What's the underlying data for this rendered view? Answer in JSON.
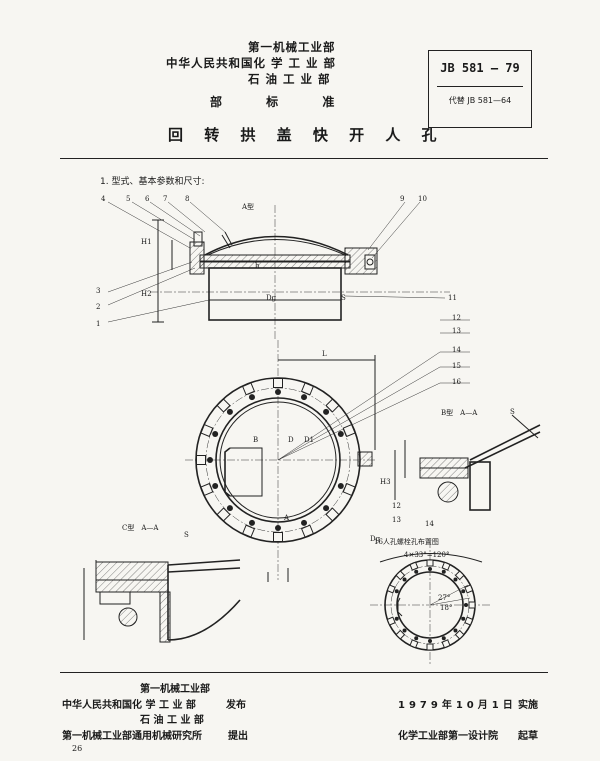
{
  "header": {
    "org1": "第一机械工业部",
    "org2": "中华人民共和国化 学 工 业 部",
    "org3": "石 油 工 业 部",
    "category": "部 标 准",
    "title": "回 转 拱 盖 快 开 人 孔",
    "standard_no": "JB 581 — 79",
    "replaces": "代替 JB 581—64"
  },
  "section": {
    "heading": "1. 型式、基本参数和尺寸:"
  },
  "drawing": {
    "view_a": "A型",
    "view_b": "B型　A—A",
    "view_c": "C型　A—A",
    "bolt_note": "16人孔螺栓孔布置图",
    "angle_note": "4×33°=120°",
    "angle_a": "27°",
    "angle_b": "18°",
    "dim_dg": "Dg",
    "dim_s": "S",
    "dim_l": "L",
    "dim_a": "A",
    "dim_b": "B",
    "dim_h1": "H1",
    "dim_h2": "H2",
    "dim_h3": "H3",
    "dim_d": "D",
    "dim_d1": "D1",
    "dim_h": "h",
    "part_numbers": [
      "1",
      "2",
      "3",
      "4",
      "5",
      "6",
      "7",
      "8",
      "9",
      "10",
      "11",
      "12",
      "13",
      "14",
      "15",
      "16"
    ]
  },
  "footer": {
    "org1": "第一机械工业部",
    "org2": "中华人民共和国化 学 工 业 部",
    "org3": "石 油 工 业 部",
    "issue_label": "发布",
    "institute": "第一机械工业部通用机械研究所",
    "proposed_label": "提出",
    "date": "1979年10月1日",
    "implement_label": "实施",
    "drafter": "化学工业部第一设计院",
    "drafted_label": "起草",
    "page_number": "26"
  }
}
